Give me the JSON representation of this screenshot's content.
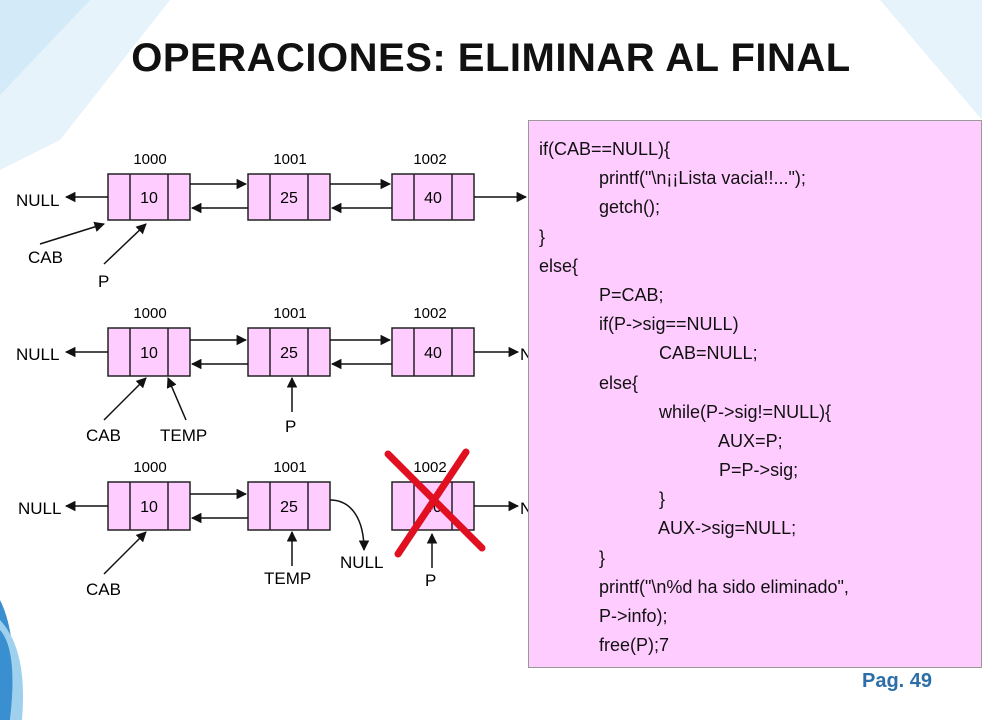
{
  "title": "OPERACIONES: ELIMINAR AL FINAL",
  "page": "Pag. 49",
  "colors": {
    "node_fill": "#ffccff",
    "code_bg": "#ffccff",
    "cross": "#e01020",
    "accent": "#2c6fa8",
    "deco": "#cfe7f7"
  },
  "rows": [
    {
      "addresses": [
        "1000",
        "1001",
        "1002"
      ],
      "values": [
        "10",
        "25",
        "40"
      ],
      "labels": {
        "left_null": "NULL",
        "cab": "CAB",
        "p": "P"
      }
    },
    {
      "addresses": [
        "1000",
        "1001",
        "1002"
      ],
      "values": [
        "10",
        "25",
        "40"
      ],
      "labels": {
        "left_null": "NULL",
        "cab": "CAB",
        "temp": "TEMP",
        "p": "P",
        "partial": "N"
      }
    },
    {
      "addresses": [
        "1000",
        "1001",
        "1002"
      ],
      "values": [
        "10",
        "25",
        "40"
      ],
      "labels": {
        "left_null": "NULL",
        "cab": "CAB",
        "temp": "TEMP",
        "null_mid": "NULL",
        "p": "P",
        "partial": "N"
      }
    }
  ],
  "code": [
    "if(CAB==NULL){",
    "            printf(\"\\n¡¡Lista vacia!!...\");",
    "            getch();",
    "}",
    "else{",
    "            P=CAB;",
    "            if(P->sig==NULL)",
    "                        CAB=NULL;",
    "            else{",
    "                        while(P->sig!=NULL){",
    "                                    AUX=P;",
    "                                    P=P->sig;",
    "                        }",
    "                        AUX->sig=NULL;",
    "            }",
    "            printf(\"\\n%d ha sido eliminado\",",
    "            P->info);",
    "            free(P);7"
  ]
}
